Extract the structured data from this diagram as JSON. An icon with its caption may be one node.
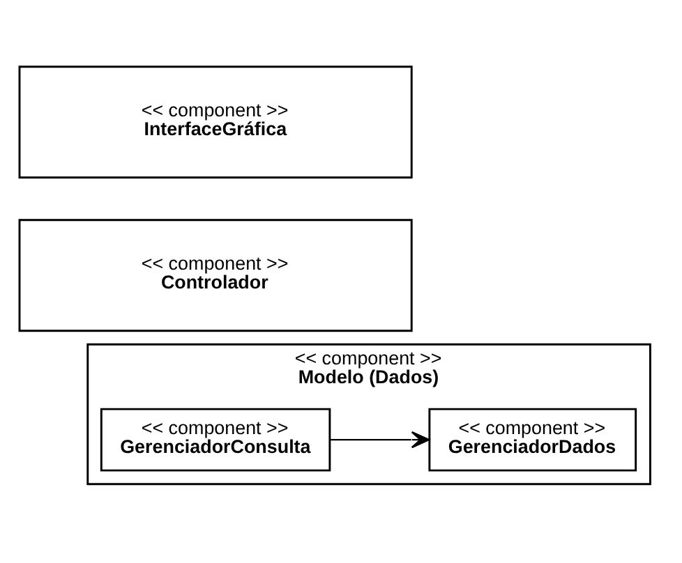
{
  "diagram": {
    "nodes": [
      {
        "text": [
          "<< component >>",
          "InterfaceGráfica"
        ]
      },
      {
        "text": [
          "<< component >>",
          "Controlador"
        ]
      },
      {
        "text": [
          "<< component >>",
          "Modelo (Dados)"
        ]
      },
      {
        "text": [
          "<< component >>",
          "GerenciadorConsulta"
        ],
        "in": 2
      },
      {
        "text": [
          "<< component >>",
          "GerenciadorDados"
        ],
        "in": 2
      }
    ],
    "edges": [
      {
        "from": 3,
        "to": 4,
        "arrow": "to"
      }
    ]
  }
}
